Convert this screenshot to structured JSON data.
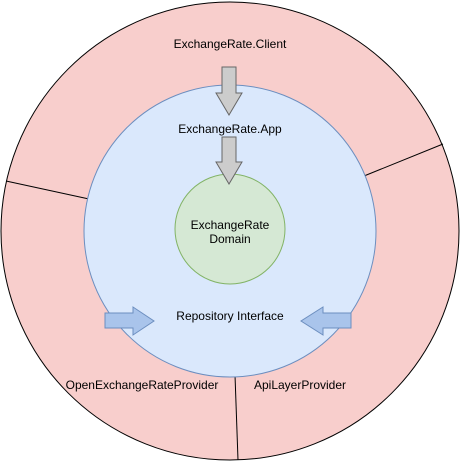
{
  "colors": {
    "outer_fill": "#f8cecc",
    "outer_stroke": "#000000",
    "app_fill": "#dae8fc",
    "app_stroke": "#6c8ebf",
    "domain_fill": "#d5e8d4",
    "domain_stroke": "#82b366",
    "down_arrow_fill": "#cccccc",
    "down_arrow_stroke": "#666666",
    "side_arrow_fill": "#a9c4eb",
    "side_arrow_stroke": "#6c8ebf"
  },
  "labels": {
    "client": "ExchangeRate.Client",
    "app": "ExchangeRate.App",
    "domain_line1": "ExchangeRate",
    "domain_line2": "Domain",
    "repository_interface": "Repository Interface",
    "open_exchange_rate_provider": "OpenExchangeRateProvider",
    "api_layer_provider": "ApiLayerProvider"
  }
}
